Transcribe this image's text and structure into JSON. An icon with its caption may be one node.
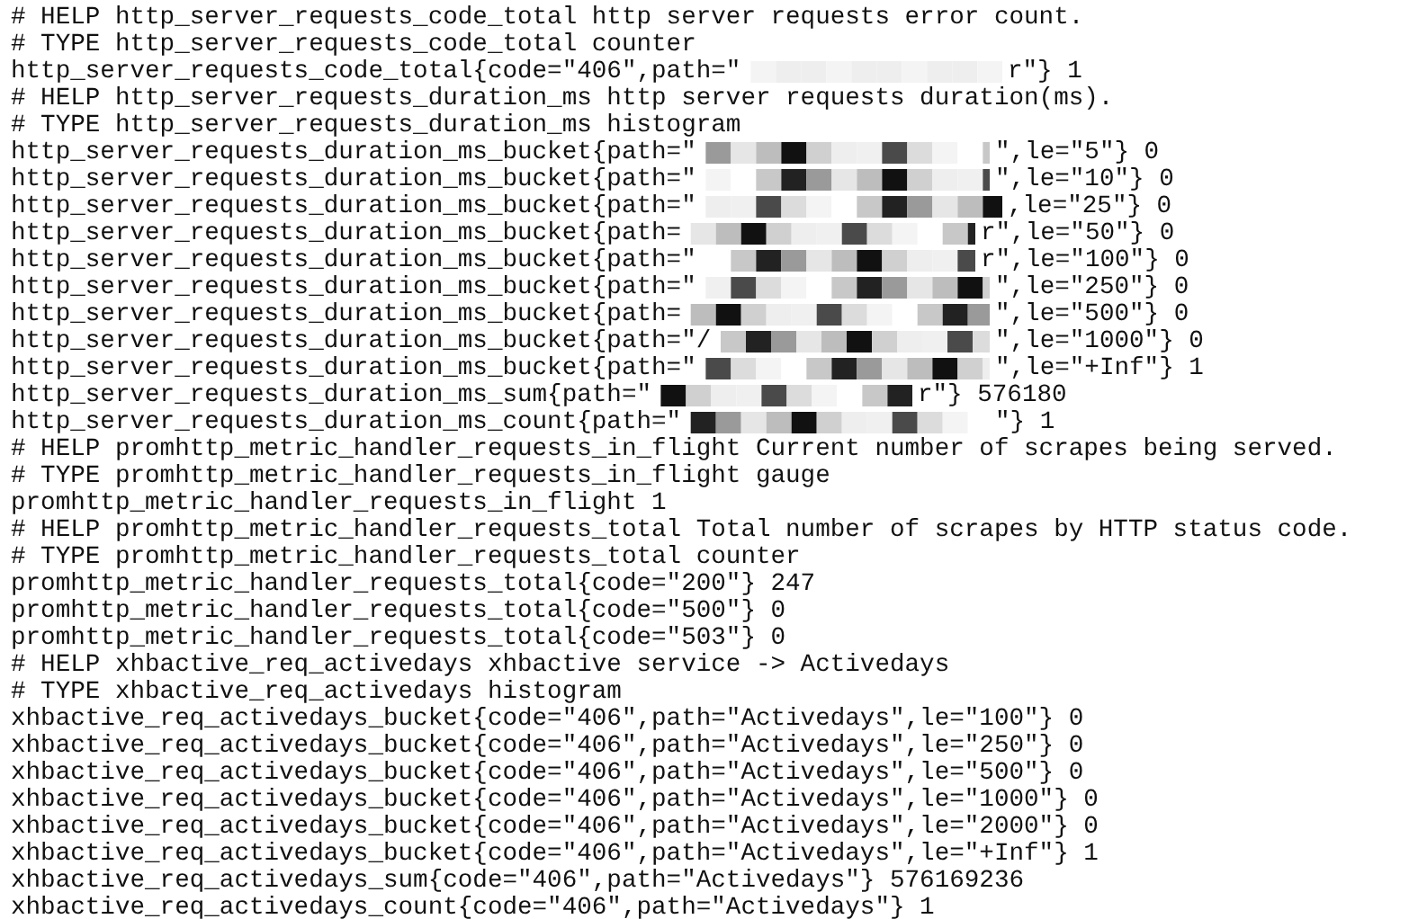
{
  "diagram": {
    "labels": [
      "# HELP http_server_requests_code_total http server requests error count.",
      "# TYPE http_server_requests_code_total counter",
      "http_server_requests_code_total{code=\"406\",path=\"",
      "r\"} 1",
      "# HELP http_server_requests_duration_ms http server requests duration(ms).",
      "# TYPE http_server_requests_duration_ms histogram",
      "http_server_requests_duration_ms_bucket{path=\"",
      "\",le=\"5\"} 0",
      "http_server_requests_duration_ms_bucket{path=\"",
      "\",le=\"10\"} 0",
      "http_server_requests_duration_ms_bucket{path=\"",
      ",le=\"25\"} 0",
      "http_server_requests_duration_ms_bucket{path=",
      "r\",le=\"50\"} 0",
      "http_server_requests_duration_ms_bucket{path=\"",
      "r\",le=\"100\"} 0",
      "http_server_requests_duration_ms_bucket{path=\"",
      "\",le=\"250\"} 0",
      "http_server_requests_duration_ms_bucket{path=",
      "\",le=\"500\"} 0",
      "http_server_requests_duration_ms_bucket{path=\"/",
      "\",le=\"1000\"} 0",
      "http_server_requests_duration_ms_bucket{path=\"",
      "\",le=\"+Inf\"} 1",
      "http_server_requests_duration_ms_sum{path=\"",
      "r\"} 576180",
      "http_server_requests_duration_ms_count{path=\"",
      "\"} 1",
      "# HELP promhttp_metric_handler_requests_in_flight Current number of scrapes being served.",
      "# TYPE promhttp_metric_handler_requests_in_flight gauge",
      "promhttp_metric_handler_requests_in_flight 1",
      "# HELP promhttp_metric_handler_requests_total Total number of scrapes by HTTP status code.",
      "# TYPE promhttp_metric_handler_requests_total counter",
      "promhttp_metric_handler_requests_total{code=\"200\"} 247",
      "promhttp_metric_handler_requests_total{code=\"500\"} 0",
      "promhttp_metric_handler_requests_total{code=\"503\"} 0",
      "# HELP xhbactive_req_activedays xhbactive service -> Activedays",
      "# TYPE xhbactive_req_activedays histogram",
      "xhbactive_req_activedays_bucket{code=\"406\",path=\"Activedays\",le=\"100\"} 0",
      "xhbactive_req_activedays_bucket{code=\"406\",path=\"Activedays\",le=\"250\"} 0",
      "xhbactive_req_activedays_bucket{code=\"406\",path=\"Activedays\",le=\"500\"} 0",
      "xhbactive_req_activedays_bucket{code=\"406\",path=\"Activedays\",le=\"1000\"} 0",
      "xhbactive_req_activedays_bucket{code=\"406\",path=\"Activedays\",le=\"2000\"} 0",
      "xhbactive_req_activedays_bucket{code=\"406\",path=\"Activedays\",le=\"+Inf\"} 1",
      "xhbactive_req_activedays_sum{code=\"406\",path=\"Activedays\"} 576169236",
      "xhbactive_req_activedays_count{code=\"406\",path=\"Activedays\"} 1"
    ]
  }
}
